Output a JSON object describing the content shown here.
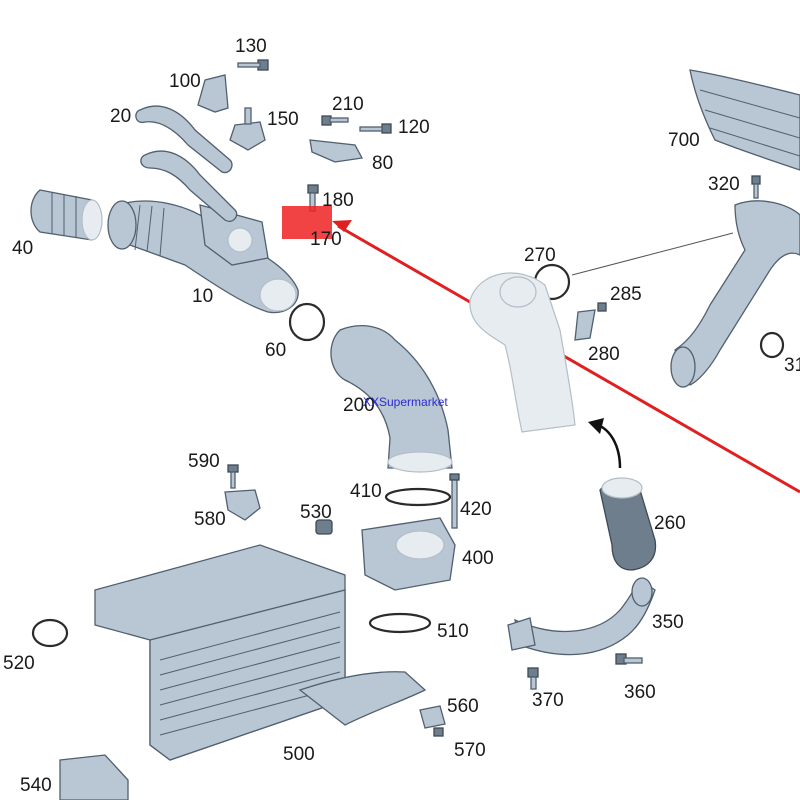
{
  "watermark": "XXSupermarket",
  "callouts": [
    {
      "id": "130",
      "text": "130"
    },
    {
      "id": "100",
      "text": "100"
    },
    {
      "id": "20",
      "text": "20"
    },
    {
      "id": "150",
      "text": "150"
    },
    {
      "id": "210",
      "text": "210"
    },
    {
      "id": "120",
      "text": "120"
    },
    {
      "id": "80",
      "text": "80"
    },
    {
      "id": "180",
      "text": "180"
    },
    {
      "id": "170",
      "text": "170"
    },
    {
      "id": "40",
      "text": "40"
    },
    {
      "id": "10",
      "text": "10"
    },
    {
      "id": "60",
      "text": "60"
    },
    {
      "id": "270",
      "text": "270"
    },
    {
      "id": "285",
      "text": "285"
    },
    {
      "id": "280",
      "text": "280"
    },
    {
      "id": "700",
      "text": "700"
    },
    {
      "id": "320",
      "text": "320"
    },
    {
      "id": "31x",
      "text": "31"
    },
    {
      "id": "200",
      "text": "200"
    },
    {
      "id": "590",
      "text": "590"
    },
    {
      "id": "580",
      "text": "580"
    },
    {
      "id": "530",
      "text": "530"
    },
    {
      "id": "410",
      "text": "410"
    },
    {
      "id": "420",
      "text": "420"
    },
    {
      "id": "400",
      "text": "400"
    },
    {
      "id": "260",
      "text": "260"
    },
    {
      "id": "350",
      "text": "350"
    },
    {
      "id": "370",
      "text": "370"
    },
    {
      "id": "360",
      "text": "360"
    },
    {
      "id": "520",
      "text": "520"
    },
    {
      "id": "510",
      "text": "510"
    },
    {
      "id": "560",
      "text": "560"
    },
    {
      "id": "570",
      "text": "570"
    },
    {
      "id": "500",
      "text": "500"
    },
    {
      "id": "540",
      "text": "540"
    }
  ],
  "colors": {
    "part_fill": "#b9c6d3",
    "part_stroke": "#50606f",
    "highlight": "#ee2222",
    "pointer_arrow": "#e02020",
    "watermark": "#2b2bd6"
  }
}
